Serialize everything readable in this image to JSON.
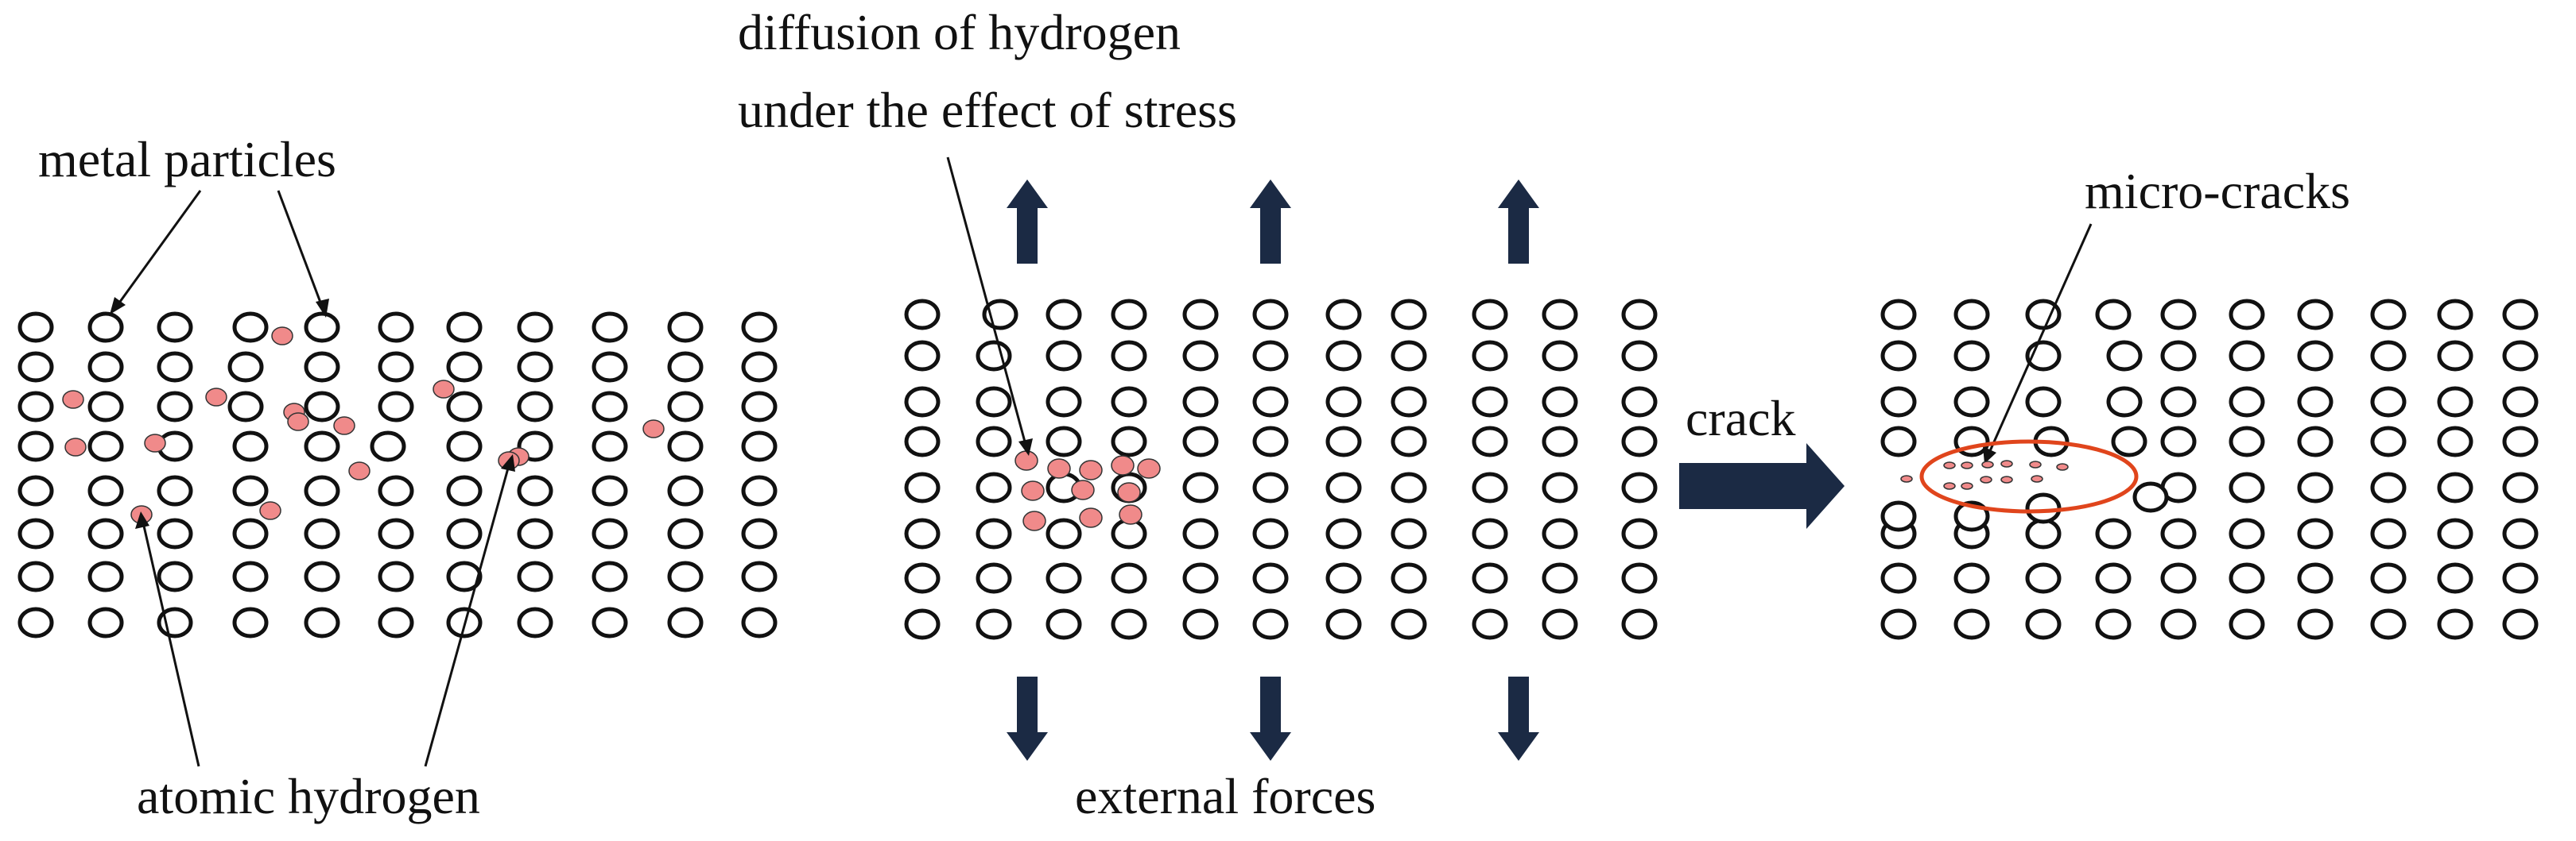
{
  "labels": {
    "metal_particles": "metal particles",
    "atomic_hydrogen": "atomic hydrogen",
    "diffusion_line1": "diffusion of hydrogen",
    "diffusion_line2": "under the effect of stress",
    "external_forces": "external forces",
    "crack": "crack",
    "micro_cracks": "micro-cracks"
  },
  "colors": {
    "metal_atom_fill": "#ffffff",
    "metal_atom_stroke": "#111111",
    "hydrogen_fill": "#f08a8a",
    "force_arrow": "#1b2a44",
    "crack_highlight": "#e0451c"
  },
  "panels": [
    {
      "id": "hydrogen-adsorption",
      "lattice_columns": 11,
      "lattice_rows": 8
    },
    {
      "id": "hydrogen-diffusion-under-stress",
      "lattice_columns": 11,
      "lattice_rows": 8
    },
    {
      "id": "micro-crack-formation",
      "lattice_columns": 10,
      "lattice_rows": 8
    }
  ],
  "force_arrows": {
    "up_count": 3,
    "down_count": 3
  }
}
